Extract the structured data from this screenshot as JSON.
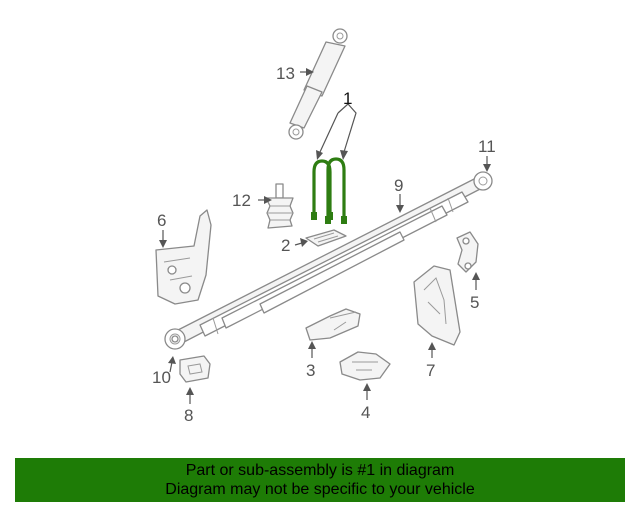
{
  "diagram": {
    "callouts": [
      {
        "id": "1",
        "label": "1",
        "highlighted": true
      },
      {
        "id": "2",
        "label": "2"
      },
      {
        "id": "3",
        "label": "3"
      },
      {
        "id": "4",
        "label": "4"
      },
      {
        "id": "5",
        "label": "5"
      },
      {
        "id": "6",
        "label": "6"
      },
      {
        "id": "7",
        "label": "7"
      },
      {
        "id": "8",
        "label": "8"
      },
      {
        "id": "9",
        "label": "9"
      },
      {
        "id": "10",
        "label": "10"
      },
      {
        "id": "11",
        "label": "11"
      },
      {
        "id": "12",
        "label": "12"
      },
      {
        "id": "13",
        "label": "13"
      }
    ],
    "highlight_color": "#2e7d12"
  },
  "banner": {
    "line1": "Part or sub-assembly is #1 in diagram",
    "line2": "Diagram may not be specific to your vehicle",
    "background": "#1e7c06"
  }
}
